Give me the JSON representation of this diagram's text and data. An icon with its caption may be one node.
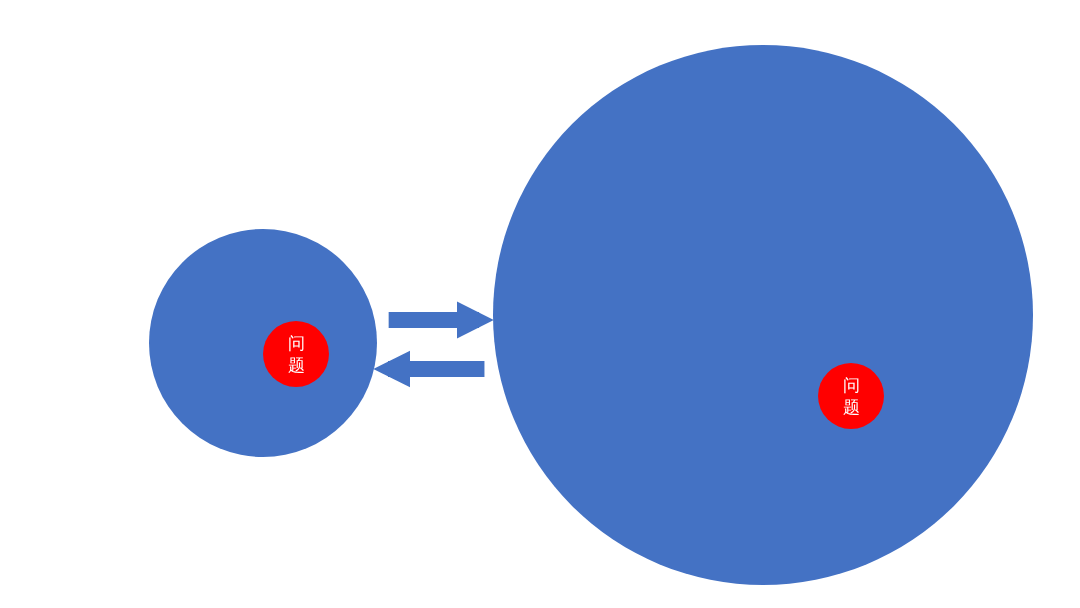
{
  "diagram": {
    "nodes": [
      {
        "text": [],
        "shape": "circle"
      },
      {
        "text": [
          "问题"
        ],
        "in": 0
      },
      {
        "text": [],
        "shape": "circle"
      },
      {
        "text": [
          "问题"
        ],
        "in": 2
      }
    ],
    "edges": [
      {
        "from": 0,
        "to": 2,
        "arrow": "to"
      },
      {
        "from": 2,
        "to": 0,
        "arrow": "to"
      }
    ]
  }
}
